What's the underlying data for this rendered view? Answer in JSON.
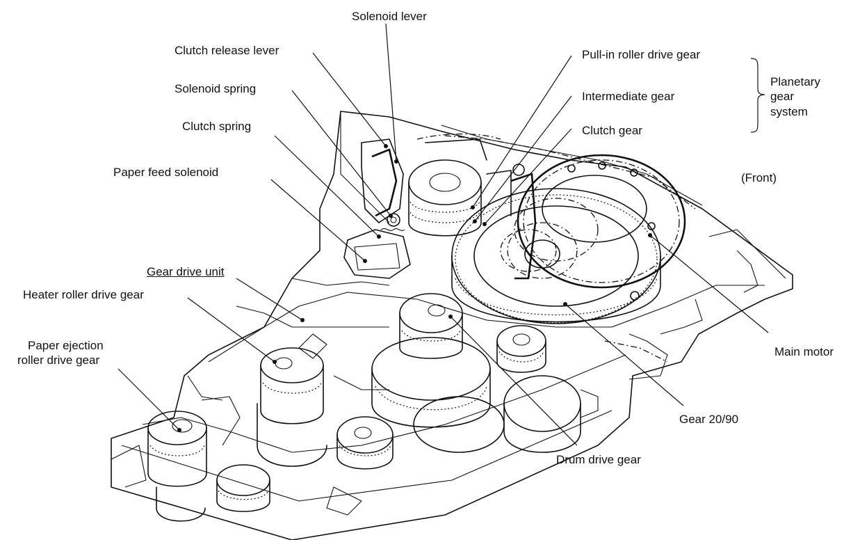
{
  "labels": {
    "solenoid_lever": "Solenoid lever",
    "clutch_release_lever": "Clutch release lever",
    "solenoid_spring": "Solenoid spring",
    "clutch_spring": "Clutch spring",
    "paper_feed_solenoid": "Paper feed solenoid",
    "gear_drive_unit": "Gear drive unit",
    "heater_roller_drive_gear": "Heater roller drive gear",
    "paper_ejection_line1": "Paper ejection",
    "paper_ejection_line2": "roller drive gear",
    "pull_in_roller_drive_gear": "Pull-in roller drive gear",
    "intermediate_gear": "Intermediate gear",
    "clutch_gear": "Clutch gear",
    "planetary_line1": "Planetary",
    "planetary_line2": "gear",
    "planetary_line3": "system",
    "front": "(Front)",
    "main_motor": "Main motor",
    "gear_20_90": "Gear 20/90",
    "drum_drive_gear": "Drum drive gear"
  }
}
